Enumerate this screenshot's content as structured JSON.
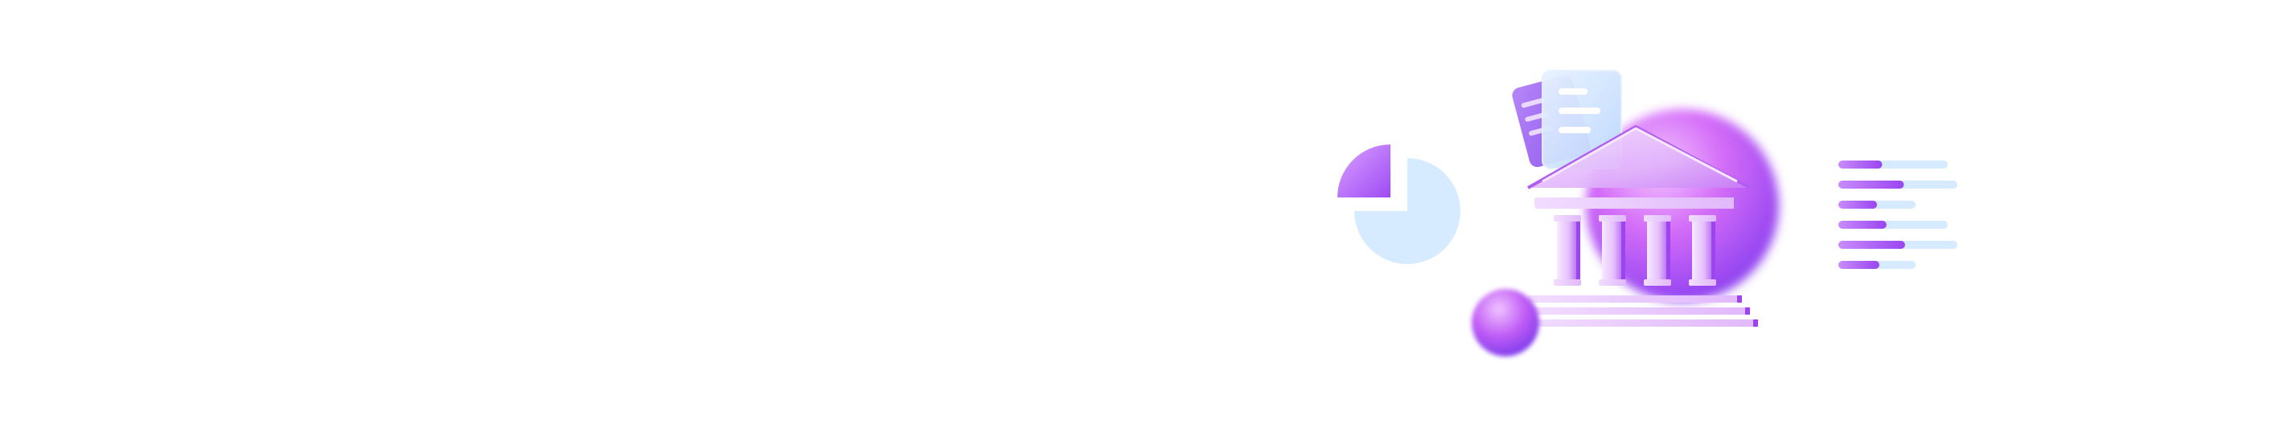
{
  "colors": {
    "background": "#ffffff",
    "purple_light": "#e3a8ff",
    "purple": "#b44bf2",
    "purple_deep": "#7a3df0",
    "violet": "#9a6cf5",
    "pale_blue": "#d6ebff",
    "pale_blue_deep": "#bcdcff"
  },
  "icons": [
    "pie-chart-icon",
    "bank-building-icon",
    "document-icon",
    "list-bars-icon",
    "glow-orb-icon"
  ],
  "list_bars": [
    {
      "fill": 0.4
    },
    {
      "fill": 0.55
    },
    {
      "fill": 0.5
    },
    {
      "fill": 0.44
    },
    {
      "fill": 0.56
    },
    {
      "fill": 0.53
    }
  ]
}
